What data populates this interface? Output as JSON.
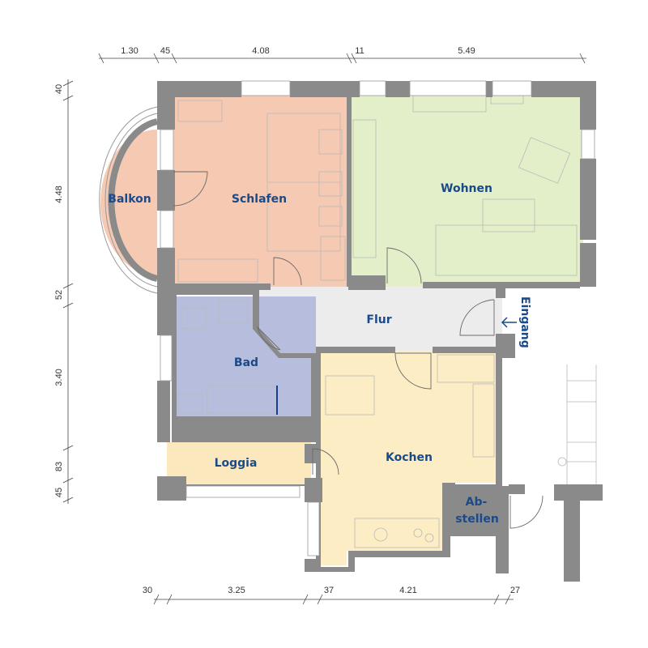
{
  "dimensions": {
    "top": [
      "1.30",
      "45",
      "4.08",
      "11",
      "5.49"
    ],
    "left": [
      "40",
      "4.48",
      "52",
      "3.40",
      "83",
      "45"
    ],
    "bottom": [
      "30",
      "3.25",
      "37",
      "4.21",
      "27"
    ]
  },
  "rooms": {
    "balkon": "Balkon",
    "schlafen": "Schlafen",
    "wohnen": "Wohnen",
    "flur": "Flur",
    "bad": "Bad",
    "loggia": "Loggia",
    "kochen": "Kochen",
    "abstellen_line1": "Ab-",
    "abstellen_line2": "stellen"
  },
  "entrance_label": "Eingang",
  "colors": {
    "schlafen": "#f6c9b2",
    "wohnen": "#e3efc9",
    "flur": "#ececec",
    "bad": "#b7bedd",
    "loggia": "#fbe8bd",
    "kochen": "#fcedc5",
    "abstellen": "#f6c6dc",
    "wall": "#8a8a8a",
    "label": "#1b4a8a"
  }
}
